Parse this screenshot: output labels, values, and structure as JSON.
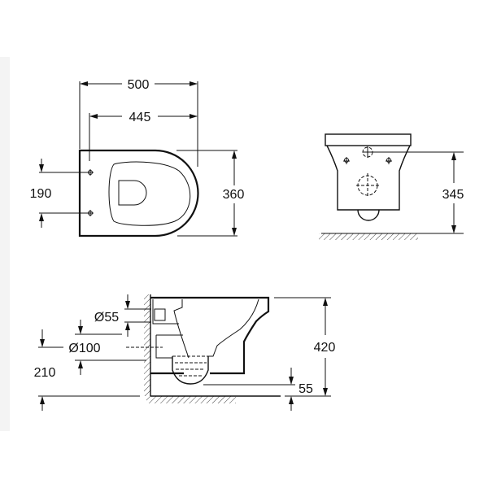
{
  "top_view": {
    "width_total": "500",
    "width_to_holes": "445",
    "hole_spacing": "190",
    "depth": "360"
  },
  "front_view": {
    "height_to_inlet": "345"
  },
  "side_view": {
    "inlet_diameter": "Ø55",
    "outlet_diameter": "Ø100",
    "outlet_height": "210",
    "total_height": "420",
    "bowl_projection": "55"
  }
}
